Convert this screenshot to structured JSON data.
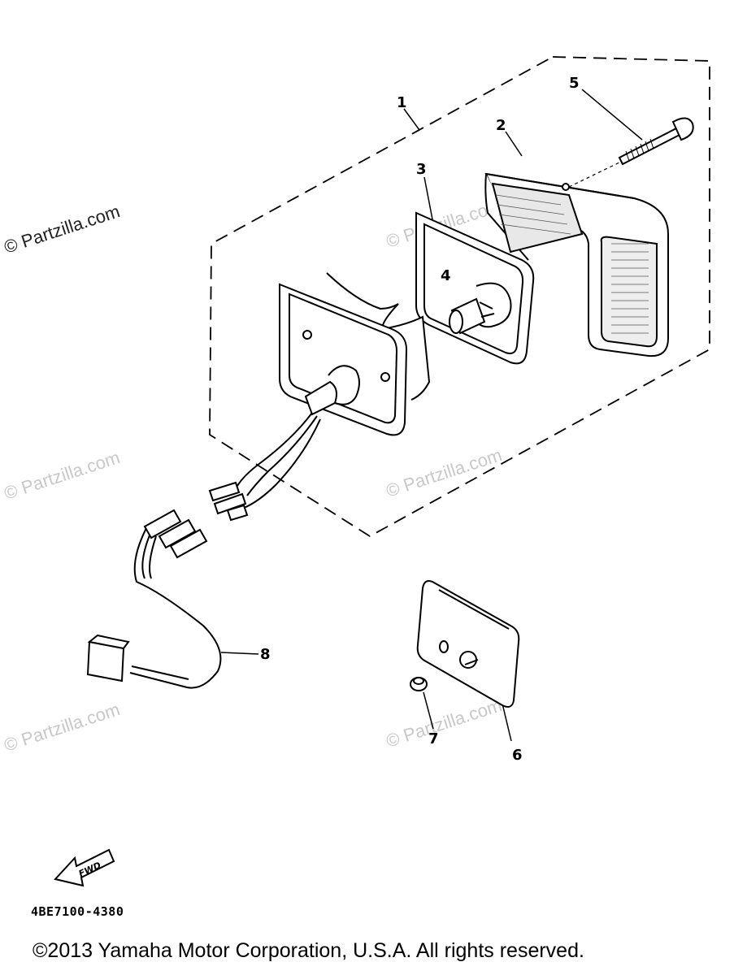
{
  "watermark_text": "© Partzilla.com",
  "callouts": {
    "c1": "1",
    "c2": "2",
    "c3": "3",
    "c4": "4",
    "c5": "5",
    "c6": "6",
    "c7": "7",
    "c8": "8"
  },
  "fwd_label": "FWD",
  "part_code": "4BE7100-4380",
  "copyright": "©2013 Yamaha Motor Corporation, U.S.A. All rights reserved."
}
